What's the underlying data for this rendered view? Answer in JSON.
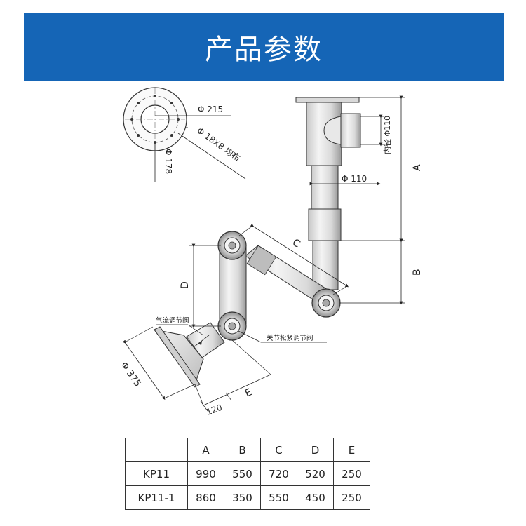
{
  "banner": {
    "title": "产品参数"
  },
  "drawing": {
    "dimensions": {
      "phi215": "Φ 215",
      "phi178": "Φ 178",
      "holes": "Φ 18X8 均布",
      "inner_diameter": "内径 Φ110",
      "phi110": "Φ 110",
      "A": "A",
      "B": "B",
      "C": "C",
      "D": "D",
      "E": "E",
      "phi375": "Φ 375",
      "d120": "120"
    },
    "callouts": {
      "airflow_valve": "气流调节阀",
      "joint_valve": "关节松紧调节阀"
    }
  },
  "table": {
    "headers": [
      "A",
      "B",
      "C",
      "D",
      "E"
    ],
    "rows": [
      {
        "model": "KP11",
        "values": [
          "990",
          "550",
          "720",
          "520",
          "250"
        ]
      },
      {
        "model": "KP11-1",
        "values": [
          "860",
          "350",
          "550",
          "450",
          "250"
        ]
      }
    ]
  }
}
